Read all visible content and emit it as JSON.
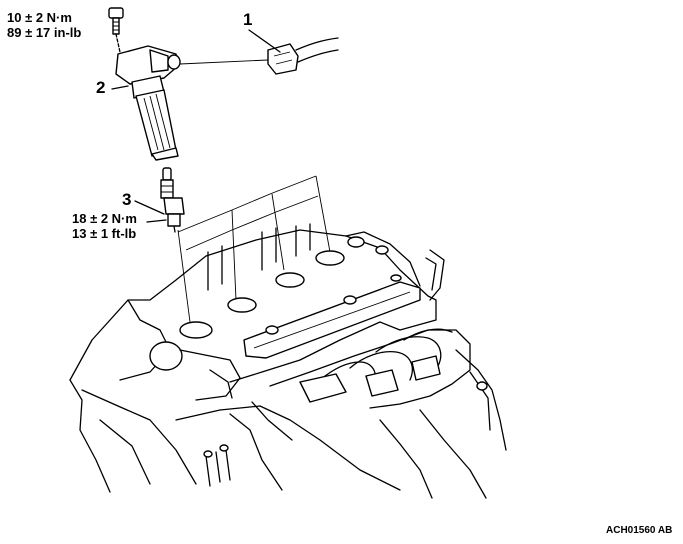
{
  "callouts": {
    "one": "1",
    "two": "2",
    "three": "3"
  },
  "torque_coil": {
    "metric": "10 ± 2 N·m",
    "imperial": "89 ± 17 in-lb"
  },
  "torque_plug": {
    "metric": "18 ± 2 N·m",
    "imperial": "13 ± 1 ft-lb"
  },
  "figure_id": "ACH01560 AB"
}
